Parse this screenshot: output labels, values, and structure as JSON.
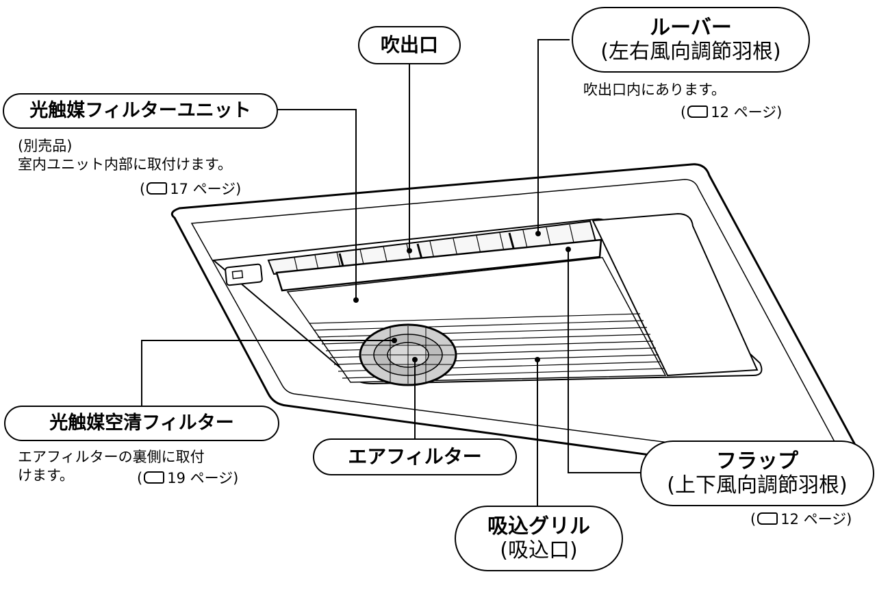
{
  "labels": {
    "outlet": {
      "title": "吹出口"
    },
    "louver": {
      "title": "ルーバー",
      "sub": "(左右風向調節羽根)",
      "note": "吹出口内にあります。",
      "ref_pre": "(",
      "ref_post": "12 ページ)"
    },
    "photocatalyst_unit": {
      "title": "光触媒フィルターユニット",
      "note1": "(別売品)",
      "note2": "室内ユニット内部に取付けます。",
      "ref_pre": "(",
      "ref_post": "17 ページ)"
    },
    "photocatalyst_filter": {
      "title": "光触媒空清フィルター",
      "note1": "エアフィルターの裏側に取付",
      "note2": "けます。",
      "ref_pre": "(",
      "ref_post": "19 ページ)"
    },
    "air_filter": {
      "title": "エアフィルター"
    },
    "flap": {
      "title": "フラップ",
      "sub": "(上下風向調節羽根)",
      "ref_pre": "(",
      "ref_post": "12 ページ)"
    },
    "intake_grille": {
      "title": "吸込グリル",
      "sub": "(吸込口)"
    }
  },
  "icons": [
    "reference-hand-icon"
  ],
  "colors": {
    "line": "#000000",
    "background": "#ffffff"
  }
}
